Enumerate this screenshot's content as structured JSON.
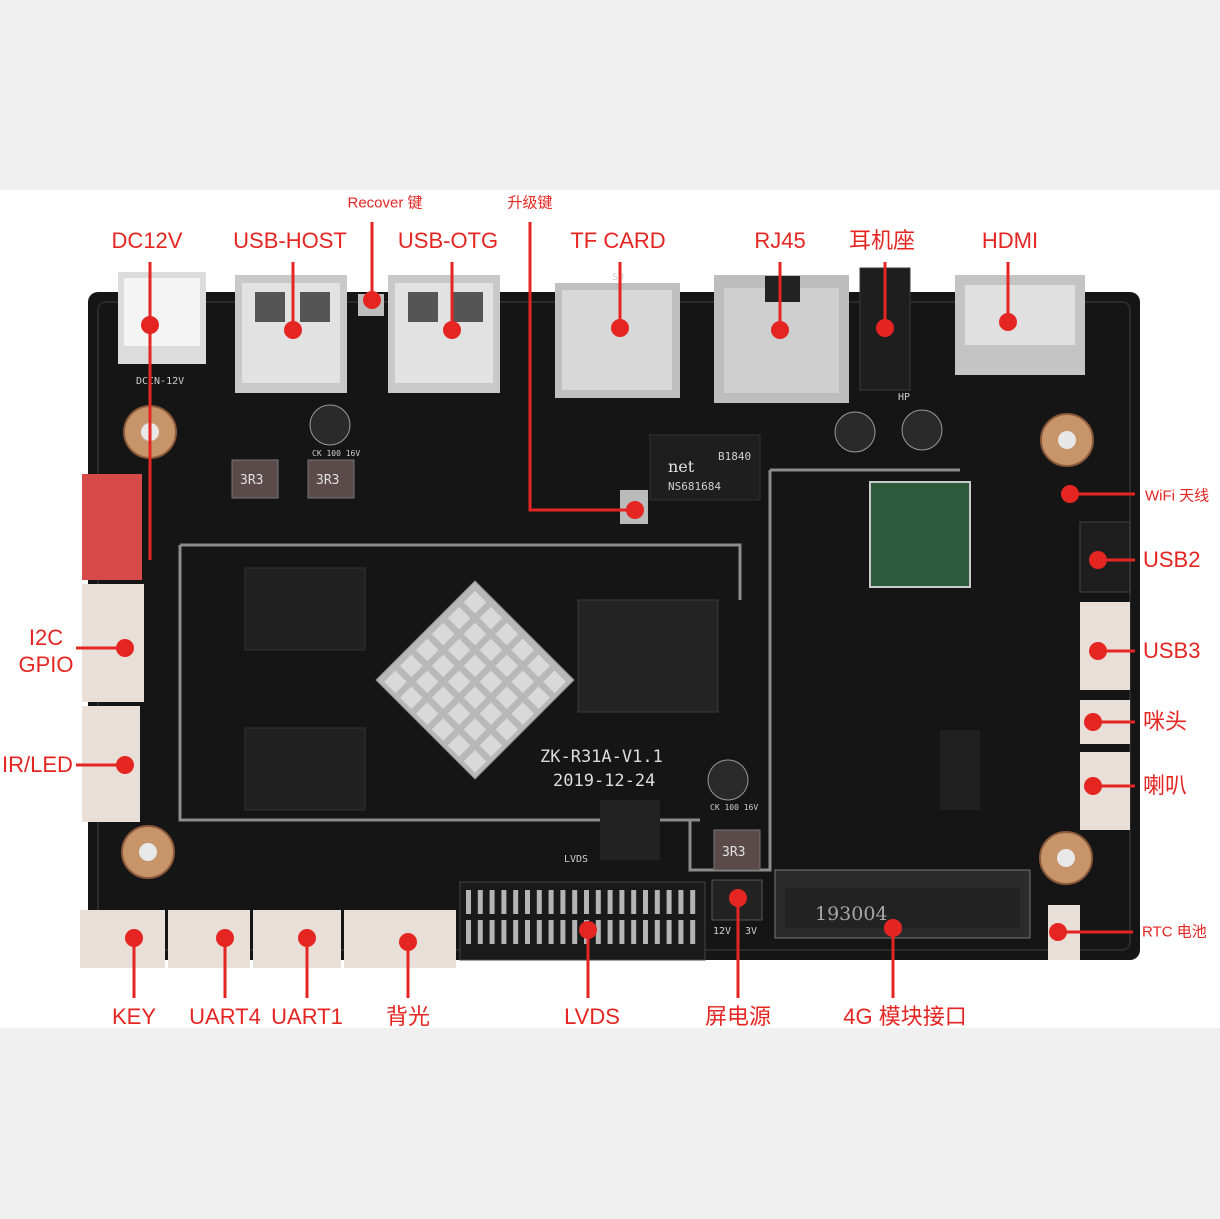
{
  "labels": {
    "recover": "Recover 键",
    "upgrade": "升级键",
    "dc12v": "DC12V",
    "usb_host": "USB-HOST",
    "usb_otg": "USB-OTG",
    "tf_card": "TF CARD",
    "rj45": "RJ45",
    "earphone": "耳机座",
    "hdmi": "HDMI",
    "wifi": "WiFi 天线",
    "usb2": "USB2",
    "usb3": "USB3",
    "mic": "咪头",
    "speaker": "喇叭",
    "rtc": "RTC 电池",
    "i2c": "I2C",
    "gpio": "GPIO",
    "ir_led": "IR/LED",
    "key": "KEY",
    "uart4": "UART4",
    "uart1": "UART1",
    "backlight": "背光",
    "lvds": "LVDS",
    "screen_power": "屏电源",
    "module_4g": "4G 模块接口"
  },
  "silkscreen": {
    "model": "ZK-R31A-V1.1",
    "date": "2019-12-24",
    "m2_code": "193004",
    "phy_brand": "net",
    "phy_part": "NS681684",
    "phy_lot": "B1840",
    "inductor": "3R3",
    "cap_spec": "CK 100 16V",
    "dcin": "DCIN-12V",
    "lvds_mark": "LVDS",
    "v12": "12V",
    "v3": "3V",
    "sd": "SD",
    "hp": "HP"
  },
  "colors": {
    "label_red": "#e52521",
    "pcb": "#141414",
    "trace": "#8a8a8a"
  }
}
